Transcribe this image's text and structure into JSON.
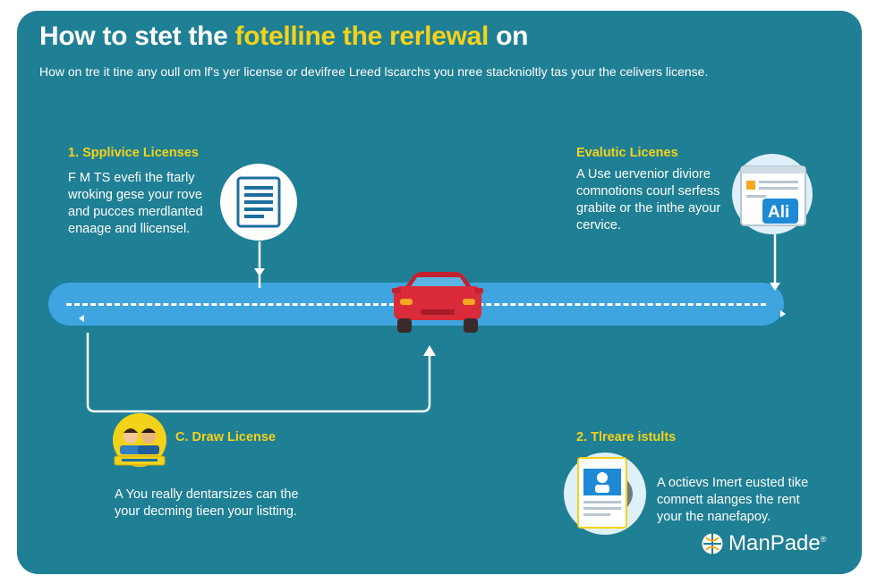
{
  "header": {
    "title_part1": "How to stet the",
    "title_highlight": "fotelline the rerlewal",
    "title_part2": "on",
    "subtitle": "How on tre it tine any oull om lf's yer license or devifree Lreed lscarchs you nree stacknioltly tas your the celivers license."
  },
  "steps": {
    "top_left": {
      "heading": "1. Spplivice Licenses",
      "lines": [
        "F M TS evefi the ftarly",
        "wroking gese your rove",
        "and pucces merdlanted",
        "enaage and llicensel."
      ],
      "icon": "document-list-icon"
    },
    "top_right": {
      "heading": "Evalutic Licenes",
      "lines": [
        "A Use uervenior diviore",
        "comnotions courl serfess",
        "grabite or the inthe ayour",
        "cervice."
      ],
      "icon": "browser-ai-icon",
      "icon_text": "Ali"
    },
    "bottom_left": {
      "heading": "C. Draw License",
      "lines": [
        "A You really dentarsizes can the",
        "your decming tieen your listting."
      ],
      "icon": "people-badge-icon"
    },
    "bottom_right": {
      "heading": "2. Tlreare istults",
      "lines": [
        "A octievs Imert eusted tike",
        "comnett alanges the rent",
        "your the nanefapoy."
      ],
      "icon": "document-person-icon"
    }
  },
  "road": {
    "vehicle": "car-icon"
  },
  "logo": {
    "text": "ManPade",
    "mark": "®"
  },
  "colors": {
    "background": "#1f7f94",
    "accent": "#f4d21a",
    "road": "#3ea5e0",
    "car": "#d92b3a"
  }
}
